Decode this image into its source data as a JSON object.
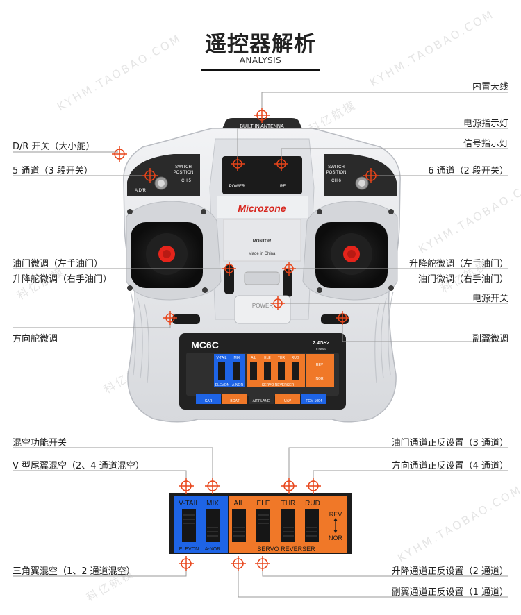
{
  "header": {
    "title": "遥控器解析",
    "subtitle": "ANALYSIS"
  },
  "watermark": [
    "KYHM.TAOBAO.COM",
    "科亿航模"
  ],
  "transmitter": {
    "antenna_label": "BUILT-IN ANTENNA",
    "switch_left": [
      "SWITCH",
      "POSITION",
      "CH.5",
      "A.D/R"
    ],
    "switch_right": [
      "SWITCH",
      "POSITION",
      "CH.6"
    ],
    "power_led": "POWER",
    "rf_led": "RF",
    "brand": "Microzone",
    "model_text": "MONTOR",
    "made_in": "Made in China",
    "power_button": "POWER",
    "panel_logo": "MC6C",
    "panel_band": "2.4GHz",
    "panel_band_sub": "6 PASS",
    "mini_channels": [
      "V-TAIL",
      "MIX",
      "AIL",
      "ELE",
      "THR",
      "RUD"
    ],
    "mini_bottom": [
      "ELEVON",
      "A-NOR",
      "SERVO REVERSER"
    ],
    "mini_modes": [
      "CAR",
      "BOAT",
      "AIRPLANE",
      "UAV",
      "FCM 1004"
    ],
    "rev": "REV",
    "nor": "NOR"
  },
  "callouts_left": [
    "D/R 开关（大小舵）",
    "5 通道（3 段开关）",
    "油门微调（左手油门）",
    "升降舵微调（右手油门）",
    "方向舵微调"
  ],
  "callouts_right": [
    "内置天线",
    "电源指示灯",
    "信号指示灯",
    "6 通道（2 段开关）",
    "升降舵微调（左手油门）",
    "油门微调（右手油门）",
    "电源开关",
    "副翼微调"
  ],
  "detail": {
    "channels": [
      "V-TAIL",
      "MIX",
      "AIL",
      "ELE",
      "THR",
      "RUD"
    ],
    "bottom_left": [
      "ELEVON",
      "A-NOR"
    ],
    "bottom_right": "SERVO REVERSER",
    "rev": "REV",
    "nor": "NOR",
    "callouts_left": [
      "混空功能开关",
      "V 型尾翼混空（2、4 通道混空）",
      "三角翼混空（1、2 通道混空）"
    ],
    "callouts_right": [
      "油门通道正反设置（3 通道）",
      "方向通道正反设置（4 通道）",
      "升降通道正反设置（2 通道）",
      "副翼通道正反设置（1 通道）"
    ]
  },
  "colors": {
    "accent": "#e8451a",
    "blue": "#1e64e6",
    "orange": "#f07828",
    "body": "#e4e5e8"
  }
}
